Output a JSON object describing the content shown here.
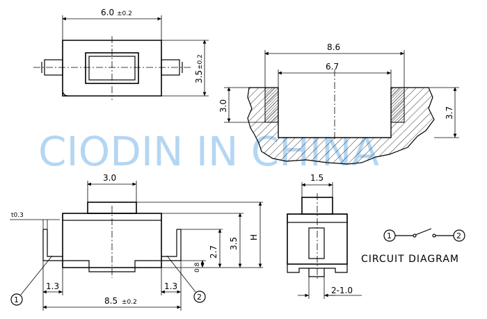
{
  "watermark": "CIODIN IN CHINA",
  "top_view": {
    "width_label": "6.0",
    "width_tol": "±0.2",
    "height_label": "3.5",
    "height_tol": "±0.2"
  },
  "section_view": {
    "outer_width": "8.6",
    "inner_width": "6.7",
    "left_height": "3.0",
    "right_height": "3.7"
  },
  "front_view": {
    "actuator_width": "3.0",
    "lead_thickness": "t0.3",
    "total_width": "8.5",
    "total_tol": "±0.2",
    "left_offset": "1.3",
    "right_offset": "1.3",
    "h_0_8": "0.8",
    "h_2_7": "2.7",
    "h_3_5": "3.5",
    "h_H": "H",
    "pin1": "1",
    "pin2": "2"
  },
  "side_view": {
    "actuator_width": "1.5",
    "lead_label": "2-1.0"
  },
  "circuit": {
    "pin1": "1",
    "pin2": "2",
    "caption": "CIRCUIT DIAGRAM"
  }
}
